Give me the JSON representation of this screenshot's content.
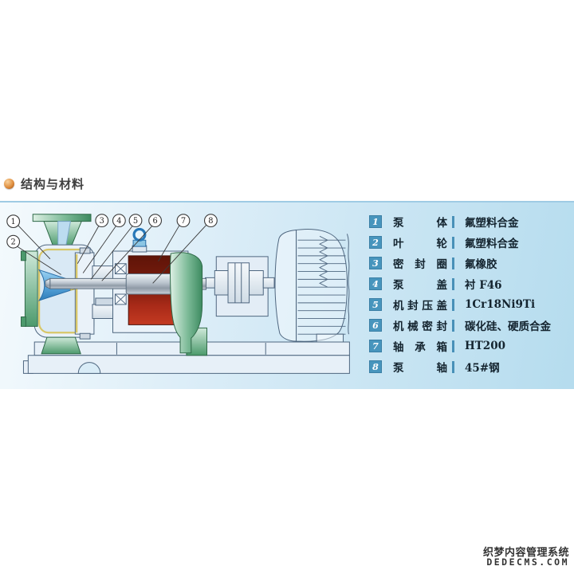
{
  "header": {
    "title": "结构与材料"
  },
  "diagram": {
    "description": "fluoroplastic-lined-centrifugal-pump-cross-section",
    "callouts": [
      {
        "label": "1"
      },
      {
        "label": "2"
      },
      {
        "label": "3"
      },
      {
        "label": "4"
      },
      {
        "label": "5"
      },
      {
        "label": "6"
      },
      {
        "label": "7"
      },
      {
        "label": "8"
      }
    ]
  },
  "table": {
    "rows": [
      {
        "num": "1",
        "name": "泵体",
        "material": "氟塑料合金"
      },
      {
        "num": "2",
        "name": "叶轮",
        "material": "氟塑料合金"
      },
      {
        "num": "3",
        "name": "密封圈",
        "material": "氟橡胶"
      },
      {
        "num": "4",
        "name": "泵盖",
        "material": "衬 F46"
      },
      {
        "num": "5",
        "name": "机封压盖",
        "material": "1Cr18Ni9Ti"
      },
      {
        "num": "6",
        "name": "机械密封",
        "material": "碳化硅、硬质合金"
      },
      {
        "num": "7",
        "name": "轴承箱",
        "material": "HT200"
      },
      {
        "num": "8",
        "name": "泵轴",
        "material": "45#钢"
      }
    ]
  },
  "watermark": {
    "line1": "织梦内容管理系统",
    "line2": "DEDECMS.COM"
  },
  "colors": {
    "badge_blue": "#4795bd",
    "panel_light": "#f4fafd",
    "panel_blue": "#b5dcee",
    "bullet_orange": "#e09040",
    "bearing_box_red": "#a82a18",
    "bracket_green": "#3d8a60",
    "impeller_blue": "#2f7cb8",
    "liner_yellow": "#d8c768"
  }
}
